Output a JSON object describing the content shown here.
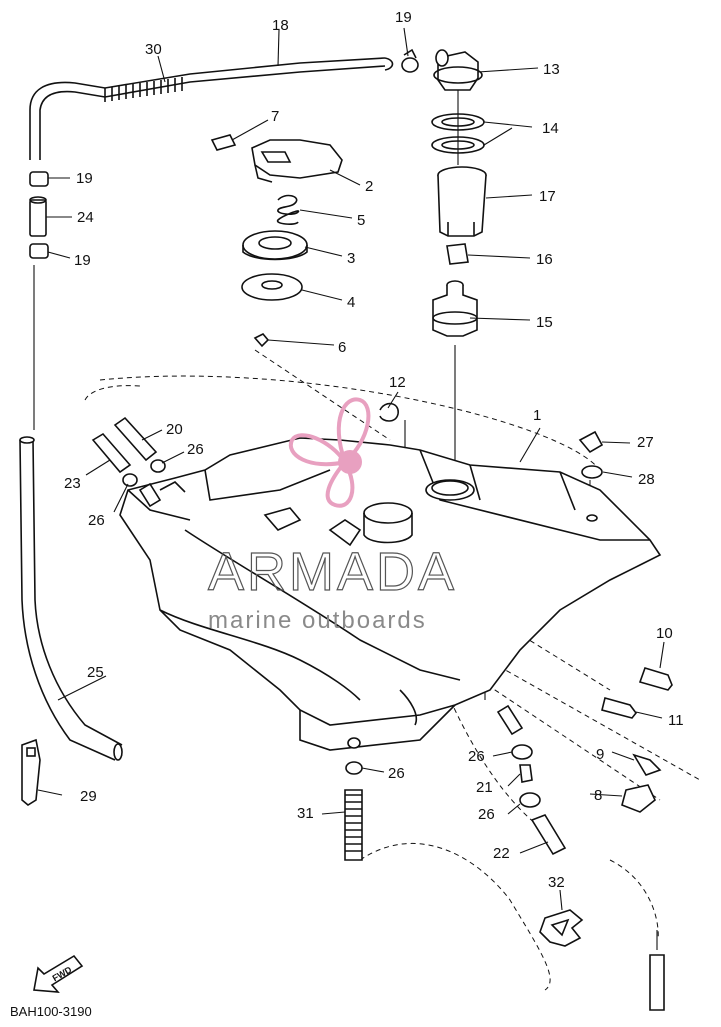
{
  "diagram": {
    "part_numbers": [
      "1",
      "2",
      "3",
      "4",
      "5",
      "6",
      "7",
      "8",
      "9",
      "10",
      "11",
      "12",
      "13",
      "14",
      "15",
      "16",
      "17",
      "18",
      "19",
      "20",
      "21",
      "22",
      "23",
      "24",
      "25",
      "26",
      "27",
      "28",
      "29",
      "30",
      "31",
      "32"
    ],
    "callouts": {
      "c1": "1",
      "c2": "2",
      "c3": "3",
      "c4": "4",
      "c5": "5",
      "c6": "6",
      "c7": "7",
      "c8": "8",
      "c9": "9",
      "c10": "10",
      "c11": "11",
      "c12": "12",
      "c13": "13",
      "c14": "14",
      "c15": "15",
      "c16": "16",
      "c17": "17",
      "c18": "18",
      "c19a": "19",
      "c19b": "19",
      "c19c": "19",
      "c20": "20",
      "c21": "21",
      "c22": "22",
      "c23": "23",
      "c24": "24",
      "c25": "25",
      "c26a": "26",
      "c26b": "26",
      "c26c": "26",
      "c26d": "26",
      "c26e": "26",
      "c27": "27",
      "c28": "28",
      "c29": "29",
      "c30": "30",
      "c31": "31",
      "c32": "32"
    },
    "fwd_arrow_label": "FWD",
    "drawing_code": "BAH100-3190"
  },
  "watermark": {
    "brand": "ARMADA",
    "tagline": "marine outboards",
    "logo_color": "#e8a0c0"
  },
  "colors": {
    "line": "#111111",
    "background": "#ffffff"
  }
}
